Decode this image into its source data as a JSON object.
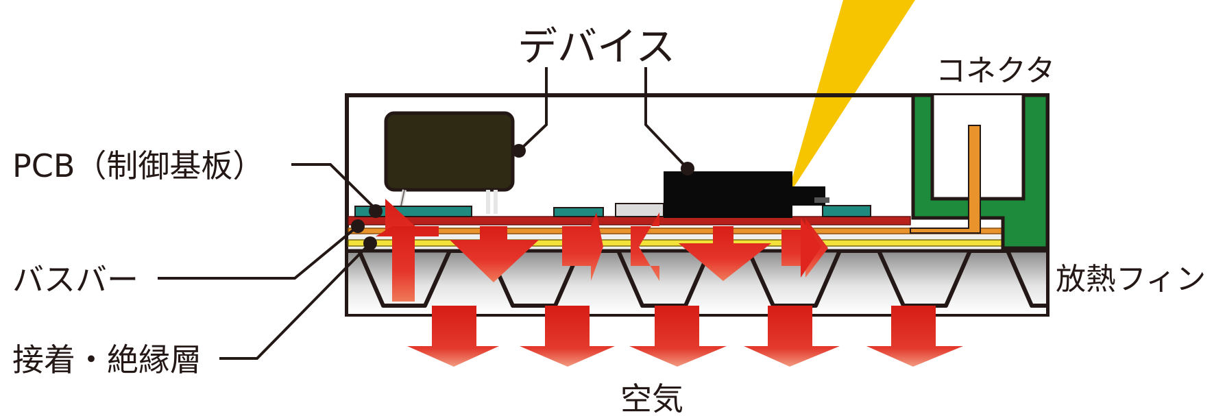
{
  "labels": {
    "device": "デバイス",
    "connector": "コネクタ",
    "pcb": "PCB（制御基板）",
    "busbar": "バスバー",
    "adhesive": "接着・絶縁層",
    "fin": "放熱フィン",
    "air": "空気"
  },
  "colors": {
    "outline": "#231815",
    "device_body": "#2f2a14",
    "chip": "#0a0a0a",
    "connector_green": "#1e8a3c",
    "pcb_red": "#b8201c",
    "busbar_orange": "#e8932c",
    "adhesive_yellow": "#f2e23a",
    "teal_pad": "#1f8a80",
    "heat_arrow": "#e0241e",
    "beam_yellow": "#f7c400"
  }
}
